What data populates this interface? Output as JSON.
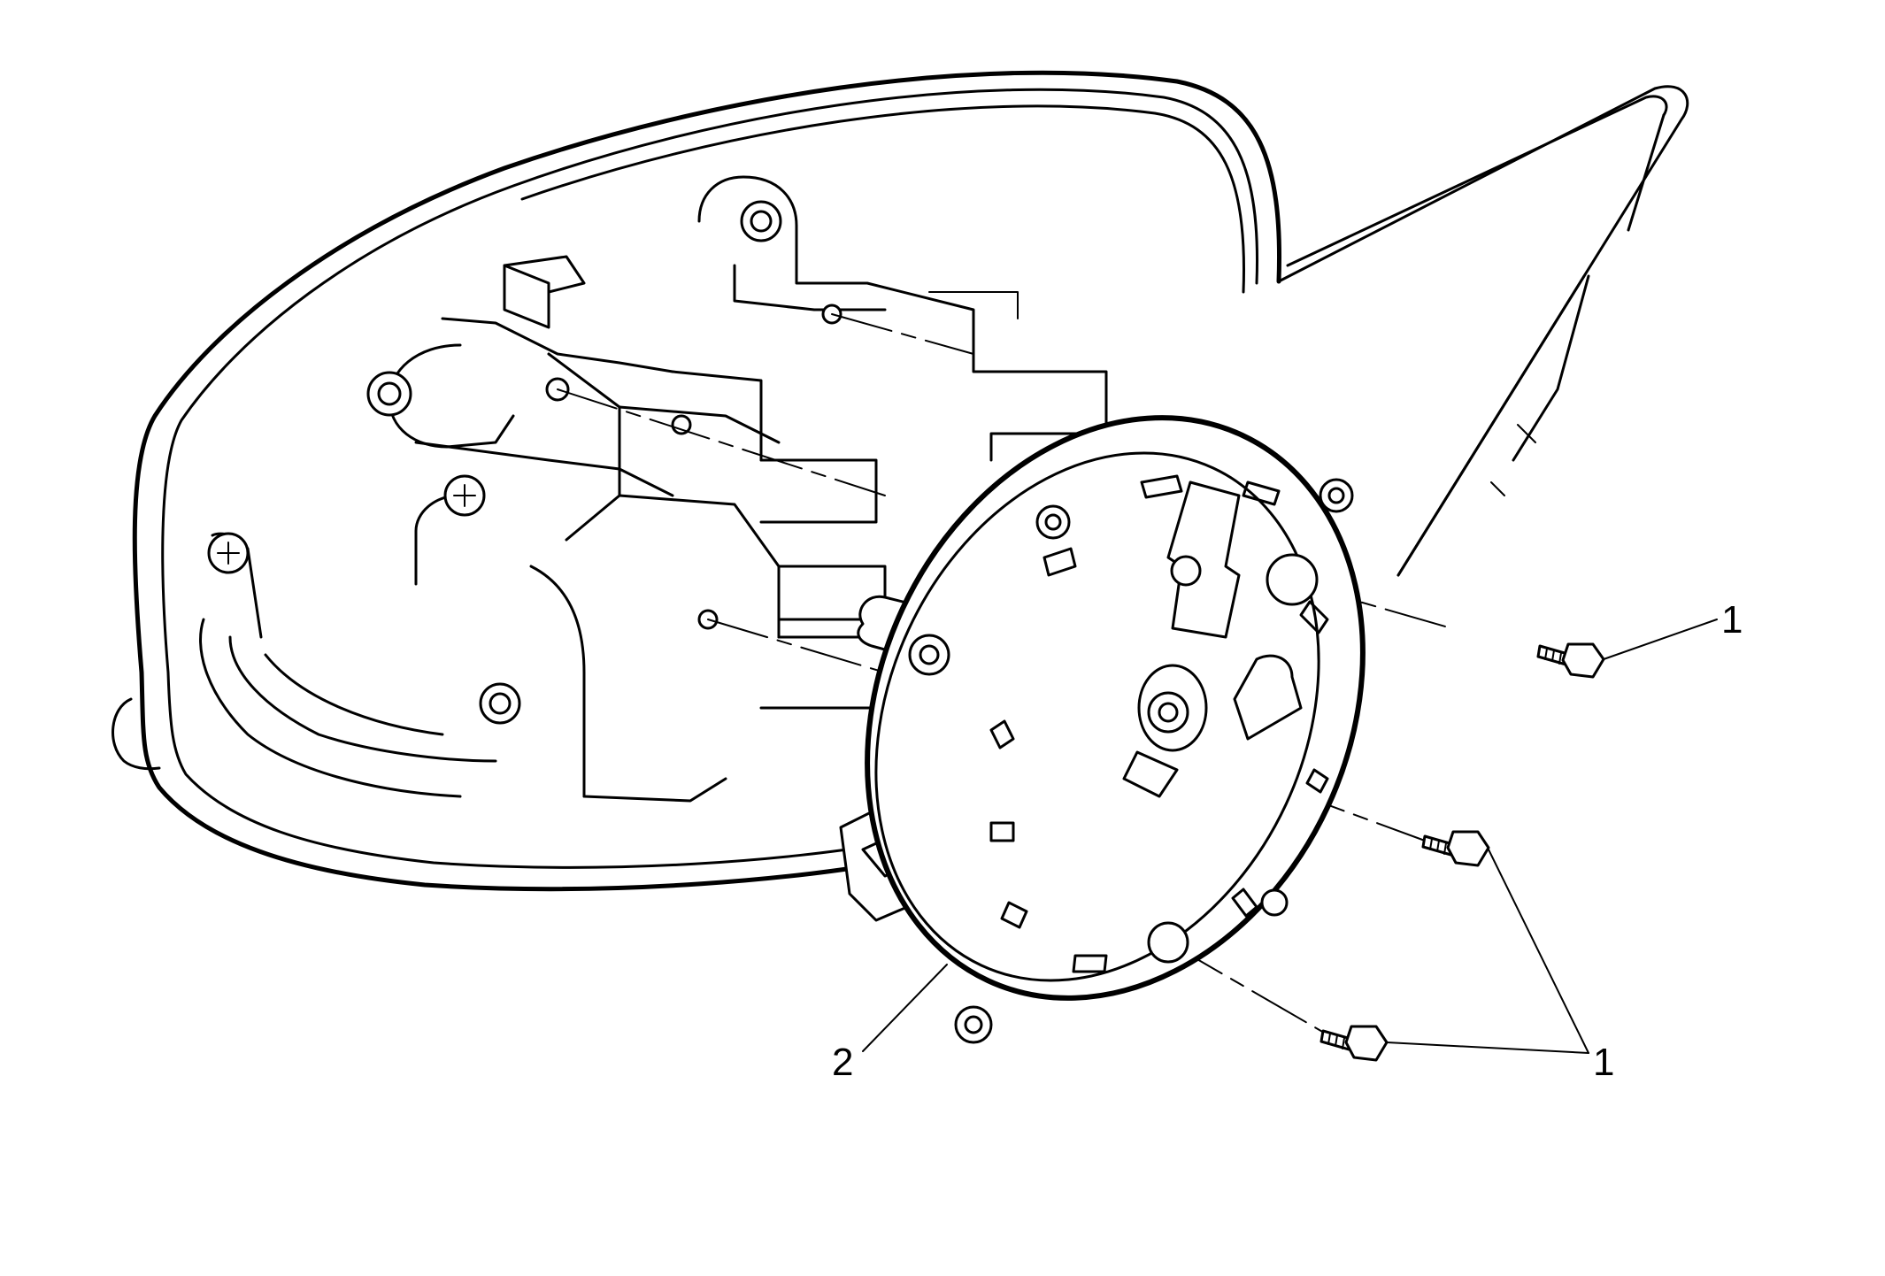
{
  "callouts": [
    {
      "id": "callout-1-top",
      "label": "1"
    },
    {
      "id": "callout-1-bottom",
      "label": "1"
    },
    {
      "id": "callout-2",
      "label": "2"
    }
  ],
  "colors": {
    "line": "#000000",
    "background": "#ffffff"
  },
  "icons": [
    "mirror-housing",
    "glass-actuator",
    "bolt-icon"
  ]
}
